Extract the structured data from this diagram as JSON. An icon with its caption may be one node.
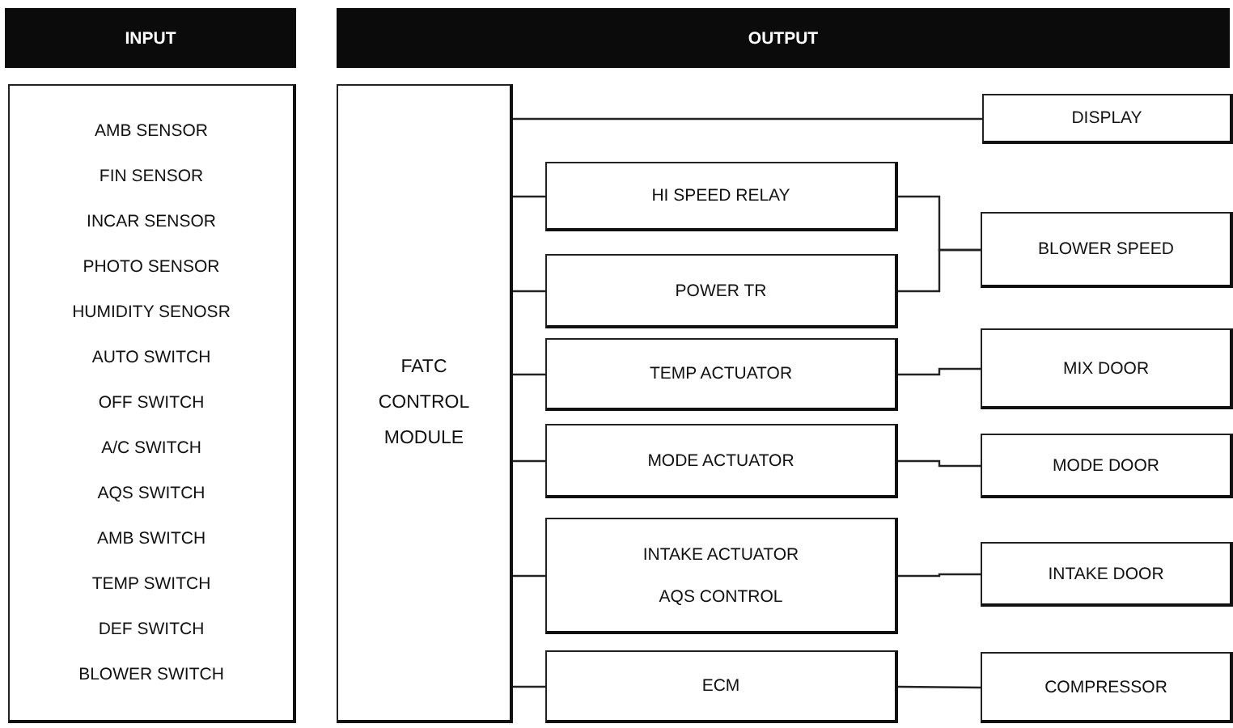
{
  "diagram": {
    "nodes": [
      {
        "text": [
          "INPUT"
        ]
      },
      {
        "text": [
          "AMB SENSOR",
          "FIN SENSOR",
          "INCAR SENSOR",
          "PHOTO SENSOR",
          "HUMIDITY SENOSR",
          "AUTO SWITCH",
          "OFF SWITCH",
          "A/C SWITCH",
          "AQS SWITCH",
          "AMB SWITCH",
          "TEMP SWITCH",
          "DEF SWITCH",
          "BLOWER SWITCH"
        ]
      },
      {
        "text": [
          "OUTPUT"
        ]
      },
      {
        "text": [
          "FATC CONTROL MODULE"
        ]
      },
      {
        "text": [
          "DISPLAY"
        ]
      },
      {
        "text": [
          "HI SPEED RELAY"
        ]
      },
      {
        "text": [
          "POWER TR"
        ]
      },
      {
        "text": [
          "BLOWER SPEED"
        ]
      },
      {
        "text": [
          "TEMP ACTUATOR"
        ]
      },
      {
        "text": [
          "MIX DOOR"
        ]
      },
      {
        "text": [
          "MODE ACTUATOR"
        ]
      },
      {
        "text": [
          "MODE DOOR"
        ]
      },
      {
        "text": [
          "INTAKE ACTUATOR",
          "AQS CONTROL"
        ]
      },
      {
        "text": [
          "INTAKE DOOR"
        ]
      },
      {
        "text": [
          "ECM"
        ]
      },
      {
        "text": [
          "COMPRESSOR"
        ]
      }
    ],
    "edges": [
      {
        "from": 3,
        "to": 4,
        "arrow": "none"
      },
      {
        "from": 3,
        "to": 5,
        "arrow": "none"
      },
      {
        "from": 3,
        "to": 6,
        "arrow": "none"
      },
      {
        "from": 5,
        "to": 7,
        "arrow": "none"
      },
      {
        "from": 6,
        "to": 7,
        "arrow": "none"
      },
      {
        "from": 3,
        "to": 8,
        "arrow": "none"
      },
      {
        "from": 8,
        "to": 9,
        "arrow": "none"
      },
      {
        "from": 3,
        "to": 10,
        "arrow": "none"
      },
      {
        "from": 10,
        "to": 11,
        "arrow": "none"
      },
      {
        "from": 3,
        "to": 12,
        "arrow": "none"
      },
      {
        "from": 12,
        "to": 13,
        "arrow": "none"
      },
      {
        "from": 3,
        "to": 14,
        "arrow": "none"
      },
      {
        "from": 14,
        "to": 15,
        "arrow": "none"
      }
    ]
  }
}
